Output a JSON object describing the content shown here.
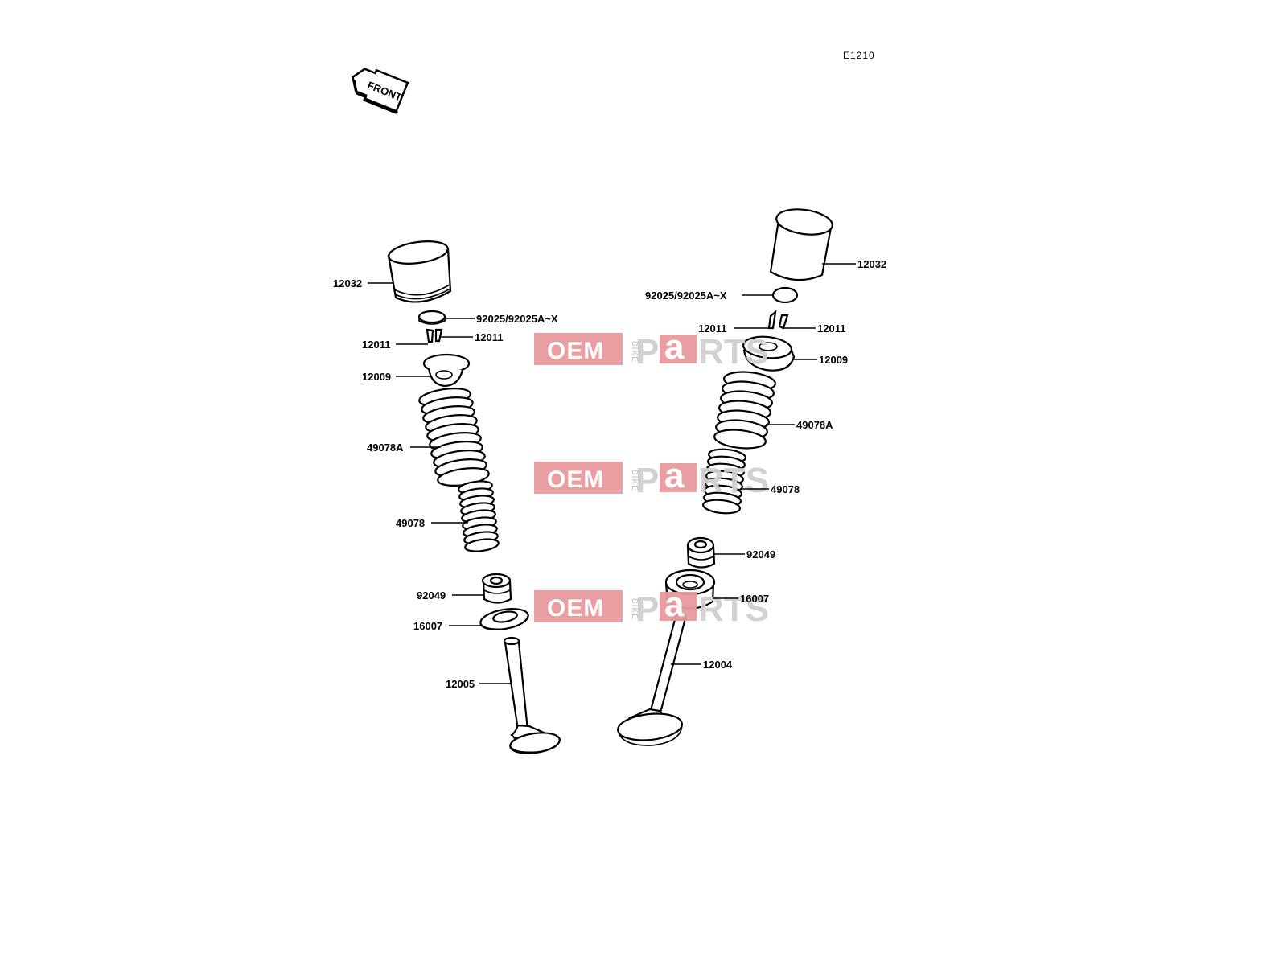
{
  "diagram_code": "E1210",
  "front_arrow_label": "FRONT",
  "watermark": {
    "oem": "OEM",
    "bike": "BIKE",
    "parts_p": "P",
    "parts_a": "a",
    "parts_rest": "RTS"
  },
  "left_labels": {
    "tappet": "12032",
    "shim": "92025/92025A~X",
    "cotter_left": "12011",
    "cotter_right": "12011",
    "retainer": "12009",
    "outer_spring": "49078A",
    "inner_spring": "49078",
    "stem_seal": "92049",
    "spring_seat": "16007",
    "valve": "12005"
  },
  "right_labels": {
    "tappet": "12032",
    "shim": "92025/92025A~X",
    "cotter_left": "12011",
    "cotter_right": "12011",
    "retainer": "12009",
    "outer_spring": "49078A",
    "inner_spring": "49078",
    "stem_seal": "92049",
    "spring_seat": "16007",
    "valve": "12004"
  }
}
